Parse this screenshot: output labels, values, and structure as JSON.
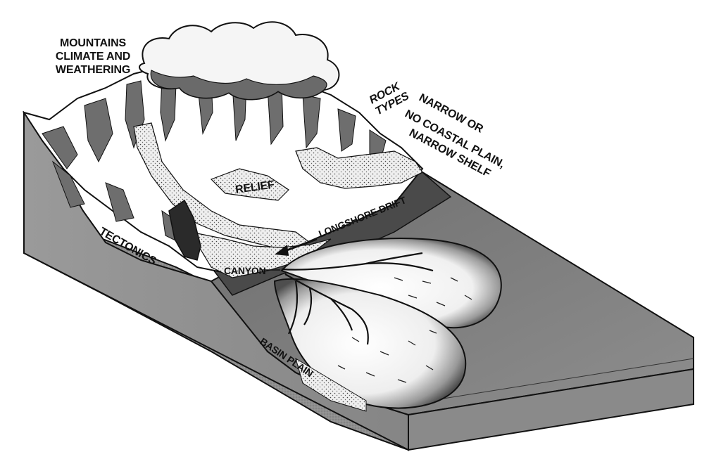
{
  "diagram": {
    "labels": {
      "mountains_line1": "MOUNTAINS",
      "mountains_line2": "CLIMATE AND",
      "mountains_line3": "WEATHERING",
      "rock_line1": "ROCK",
      "rock_line2": "TYPES",
      "narrow_line1": "NARROW OR",
      "narrow_line2": "NO COASTAL PLAIN,",
      "narrow_line3": "NARROW SHELF",
      "relief": "RELIEF",
      "longshore": "LONGSHORE DRIFT",
      "canyon": "CANYON",
      "tectonics": "TECTONICS",
      "basin": "BASIN PLAIN"
    },
    "colors": {
      "ink": "#111111",
      "block_side": "#8c8c8c",
      "ocean_floor": "#9a9a9a",
      "shelf_dark": "#555555",
      "fan_light": "#f2f2f2",
      "sediment": "#e8e8e8"
    }
  }
}
